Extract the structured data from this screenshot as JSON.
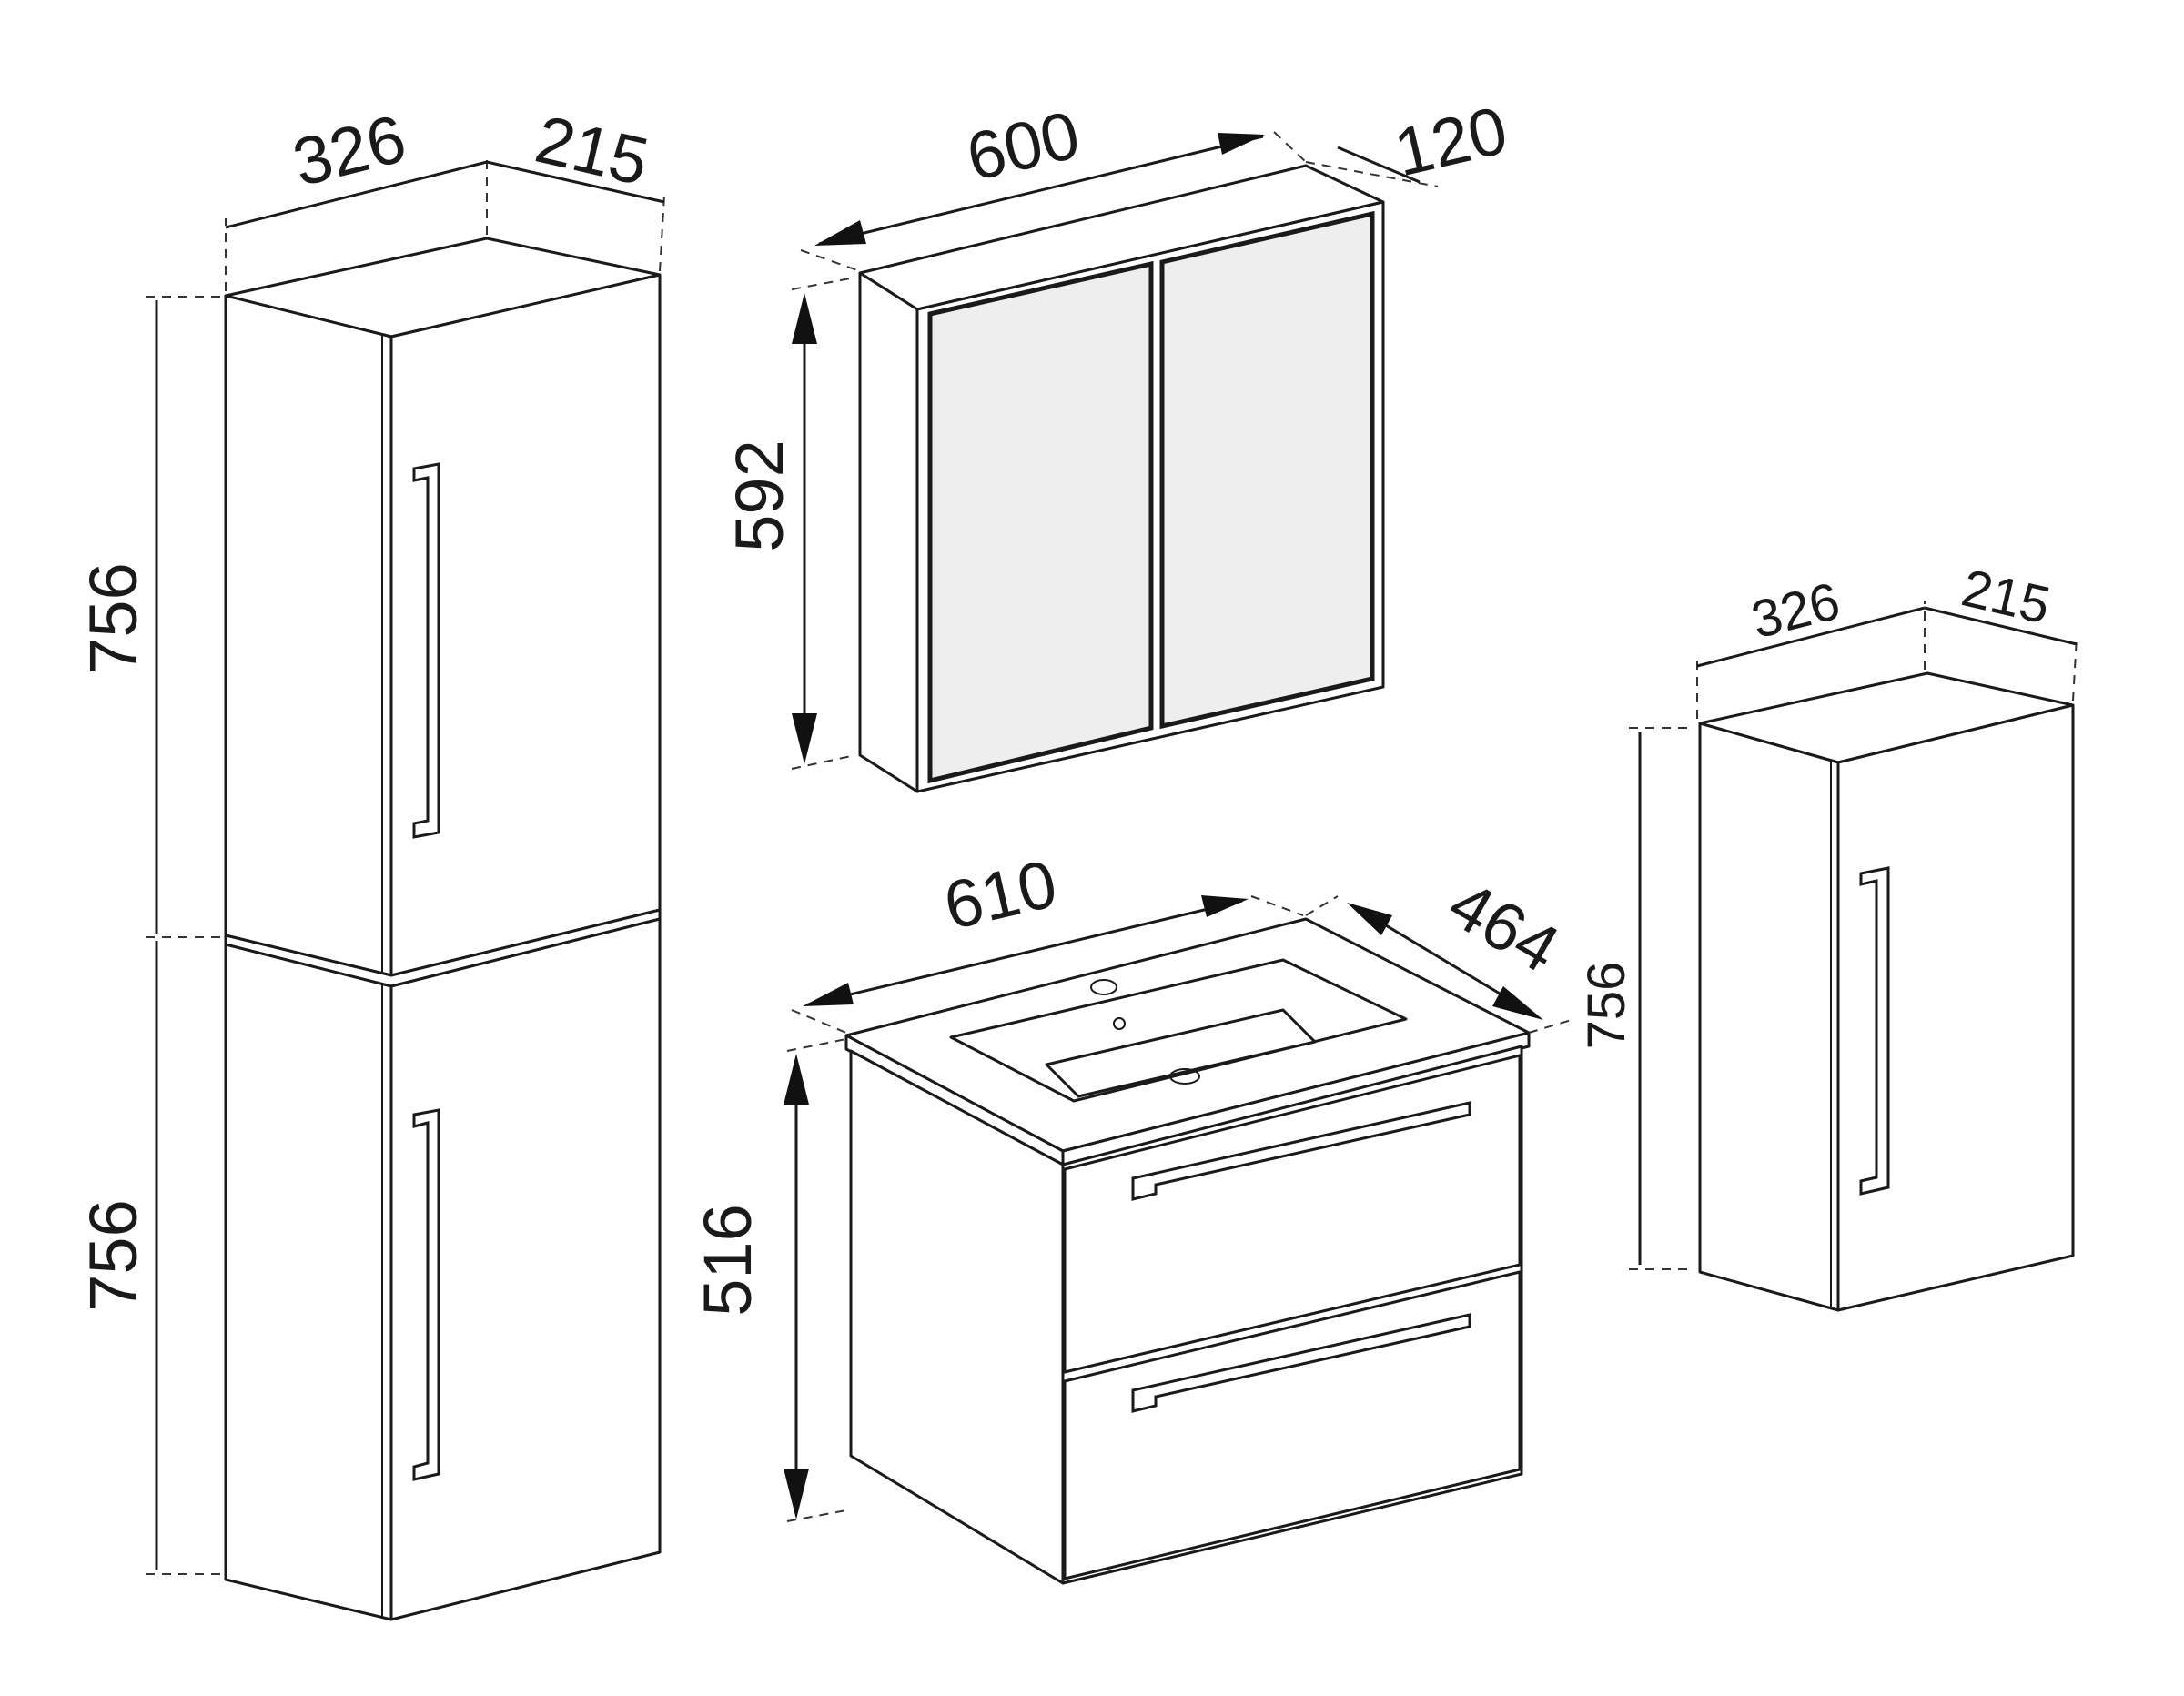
{
  "dimensions": {
    "tall_cabinet_width": "326",
    "tall_cabinet_depth": "215",
    "tall_cabinet_upper_height": "756",
    "tall_cabinet_lower_height": "756",
    "mirror_cabinet_width": "600",
    "mirror_cabinet_depth": "120",
    "mirror_cabinet_height": "592",
    "vanity_width": "610",
    "vanity_depth": "464",
    "vanity_height": "516",
    "wall_cabinet_width": "326",
    "wall_cabinet_depth": "215",
    "wall_cabinet_height": "756"
  },
  "colors": {
    "line": "#1a1a1a",
    "mirror_fill": "#eeeeee",
    "background": "#ffffff"
  }
}
